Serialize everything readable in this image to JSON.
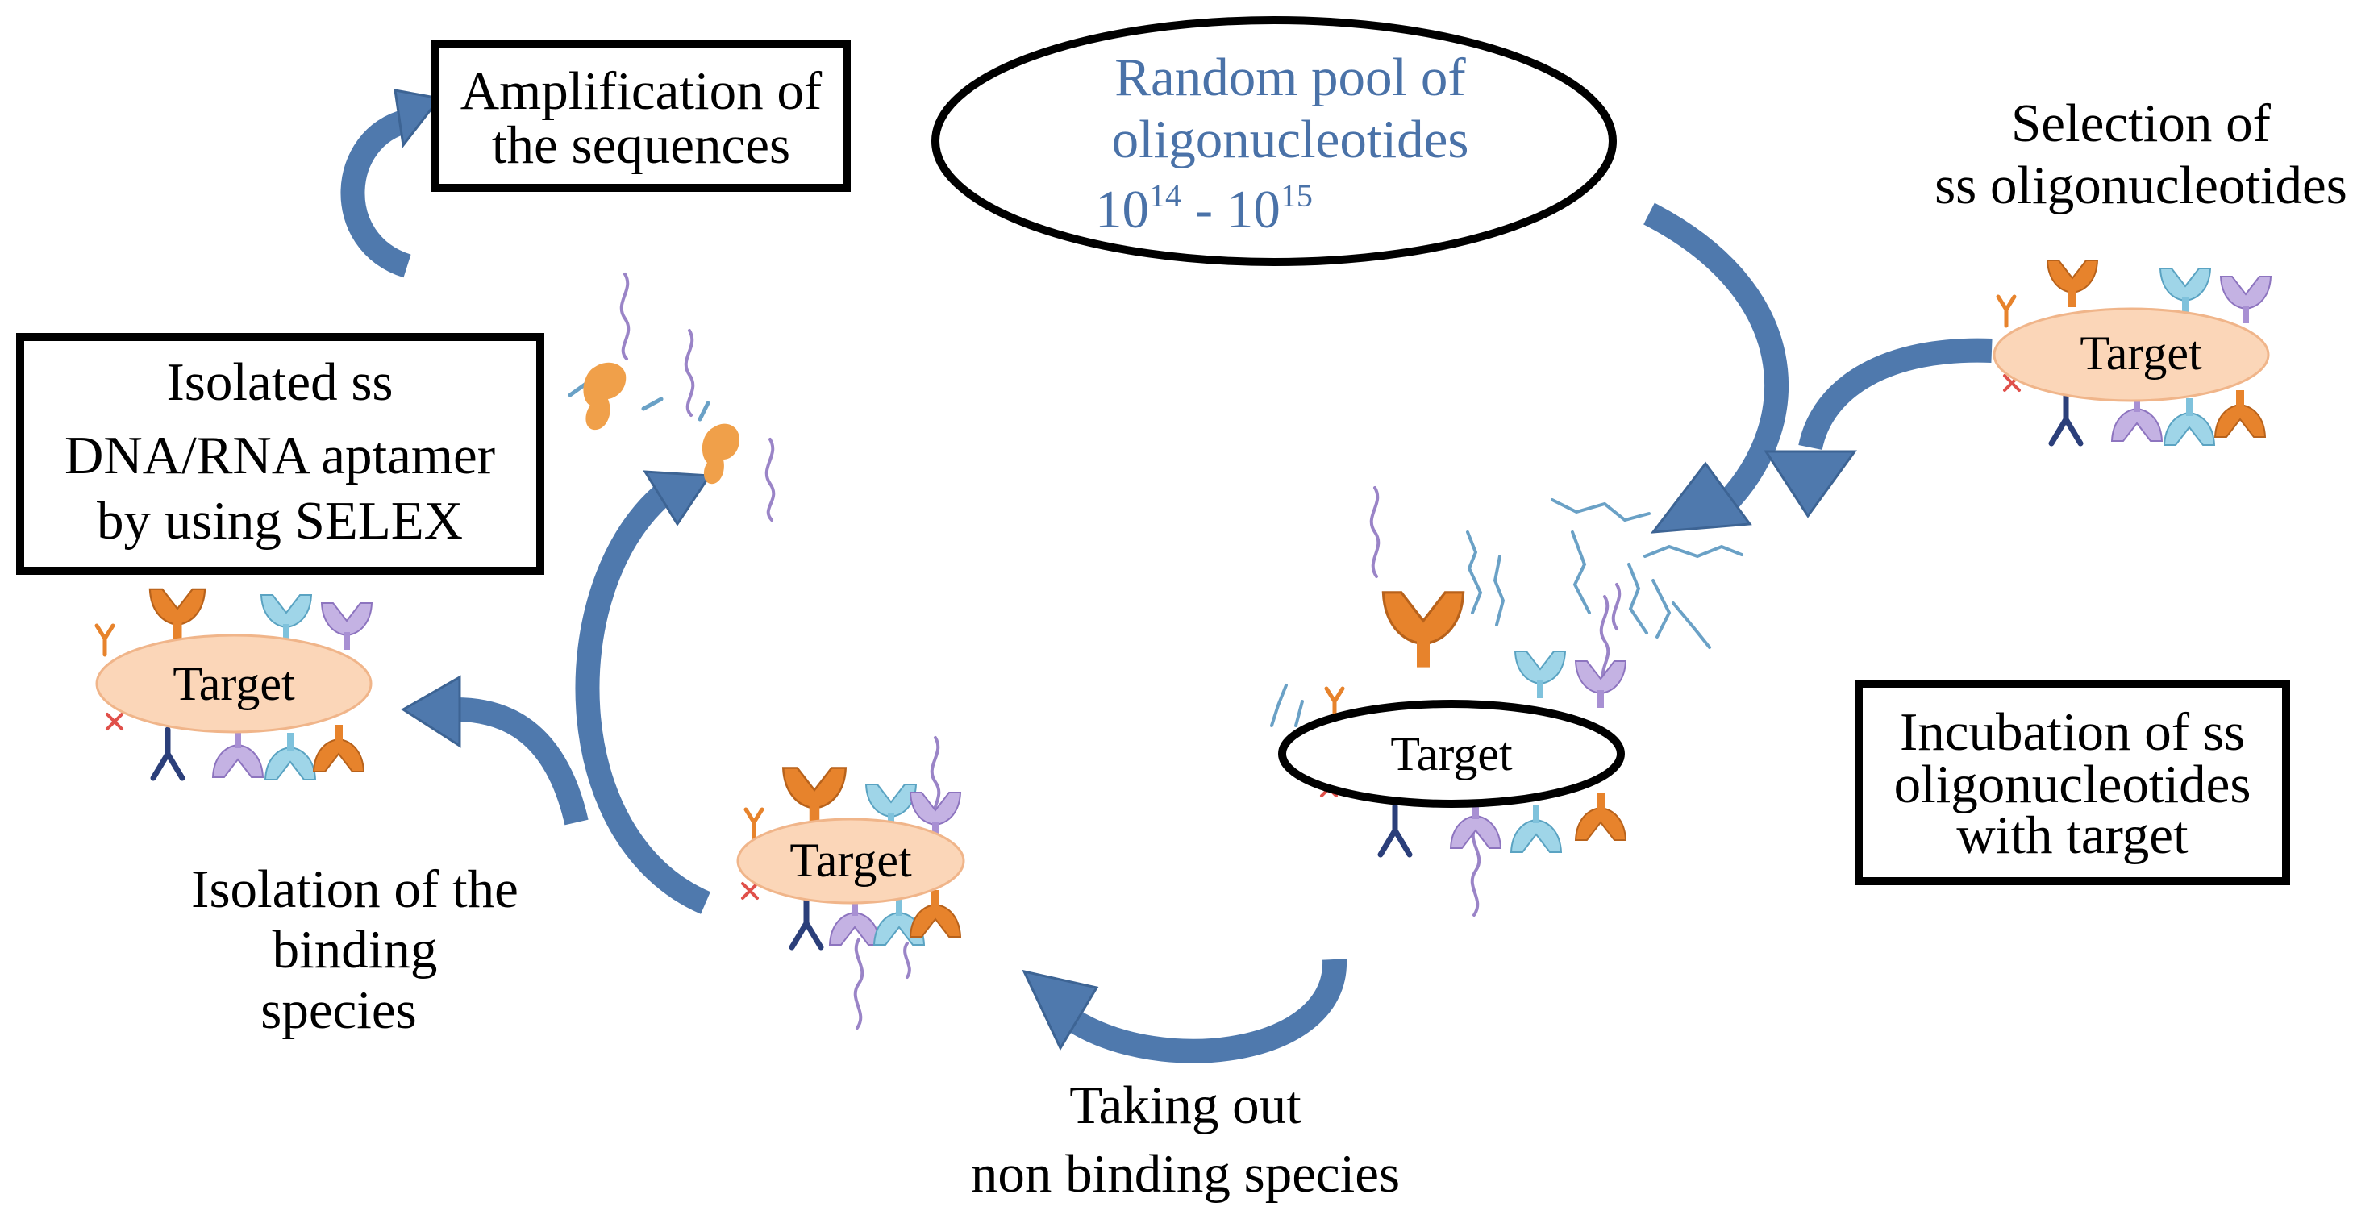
{
  "labels": {
    "random_pool_line1": "Random pool of",
    "random_pool_line2": "oligonucleotides",
    "random_pool_base1": "10",
    "random_pool_exp1": "14",
    "random_pool_dash": " - ",
    "random_pool_base2": "10",
    "random_pool_exp2": "15",
    "amplification_line1": "Amplification of",
    "amplification_line2": "the sequences",
    "selection_line1": "Selection of",
    "selection_line2": "ss oligonucleotides",
    "isolated_line1": "Isolated ss",
    "isolated_line2": "DNA/RNA aptamer",
    "isolated_line3": "by using SELEX",
    "incubation_line1": "Incubation of ss",
    "incubation_line2": "oligonucleotides",
    "incubation_line3": "with target",
    "isolation_line1": "Isolation of the",
    "isolation_line2": "binding",
    "isolation_line3": "species",
    "taking_line1": "Taking out",
    "taking_line2": "non binding species",
    "target": "Target"
  },
  "colors": {
    "arrow": "#4f79ad",
    "pool_text": "#4a72a8",
    "target_fill": "#fbd6b8",
    "orange": "#e7832c",
    "cyan": "#8fcde3",
    "purple": "#b9a6dc",
    "navy": "#2b3f7a",
    "red": "#e0504a"
  },
  "icons": [
    "target-molecule-icon",
    "receptor-icon",
    "oligonucleotide-strand-icon",
    "cycle-arrow-icon"
  ]
}
